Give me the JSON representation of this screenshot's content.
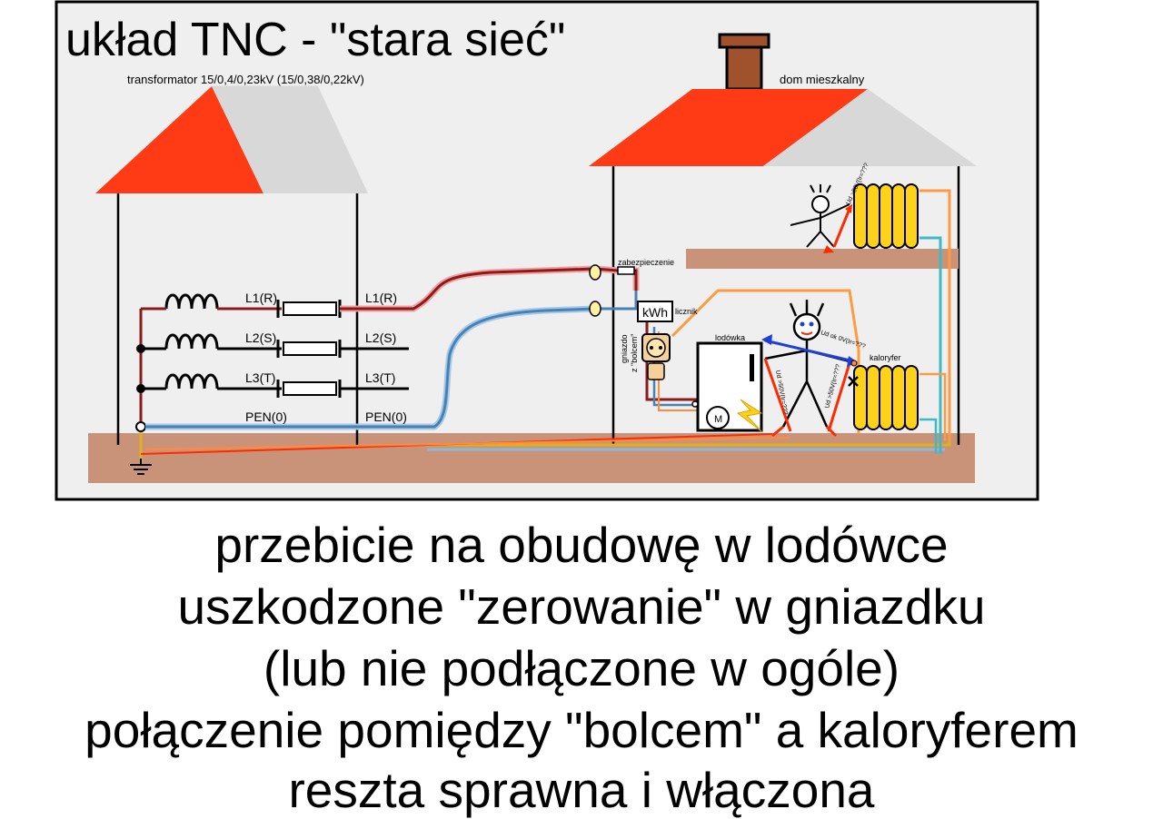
{
  "title": "układ TNC - \"stara sieć\"",
  "labels": {
    "transformer": "transformator 15/0,4/0,23kV (15/0,38/0,22kV)",
    "house": "dom mieszkalny",
    "l1_left": "L1(R)",
    "l2_left": "L2(S)",
    "l3_left": "L3(T)",
    "l1_right": "L1(R)",
    "l2_right": "L2(S)",
    "l3_right": "L3(T)",
    "pen_left": "PEN(0)",
    "pen_right": "PEN(0)",
    "fuse": "zabezpieczenie",
    "meter": "licznik",
    "kwh": "kWh",
    "socket_line1": "gniazdo",
    "socket_line2": "z \"bolcem\"",
    "fridge": "lodówka",
    "motor": "M",
    "radiator": "kaloryfer",
    "voltage_ok": "Ud ok 0V(Ir=???",
    "touch_voltage_1": "Ud >50V(Ir=???",
    "touch_voltage_2": "Ud >50V(Ir=???",
    "touch_voltage_3": "Ud >50V(Ir=???"
  },
  "captions": [
    "przebicie na obudowę w lodówce",
    "uszkodzone \"zerowanie\" w gniazdku",
    "(lub nie podłączone w ogóle)",
    "połączenie pomiędzy \"bolcem\" a kaloryferem",
    "reszta sprawna i włączona"
  ],
  "colors": {
    "roof": "#ff3b16",
    "roof_side": "#d8d8d8",
    "ground": "#c9937a",
    "chimney": "#a0522d",
    "phase_wire": "#8b1a1a",
    "pen_wire": "#4682b4",
    "earth_wire": "#e0b020",
    "radiator": "#ffd21a",
    "fault_arrow": "#ff2a00",
    "voltage_arrow": "#1f3fd6"
  }
}
